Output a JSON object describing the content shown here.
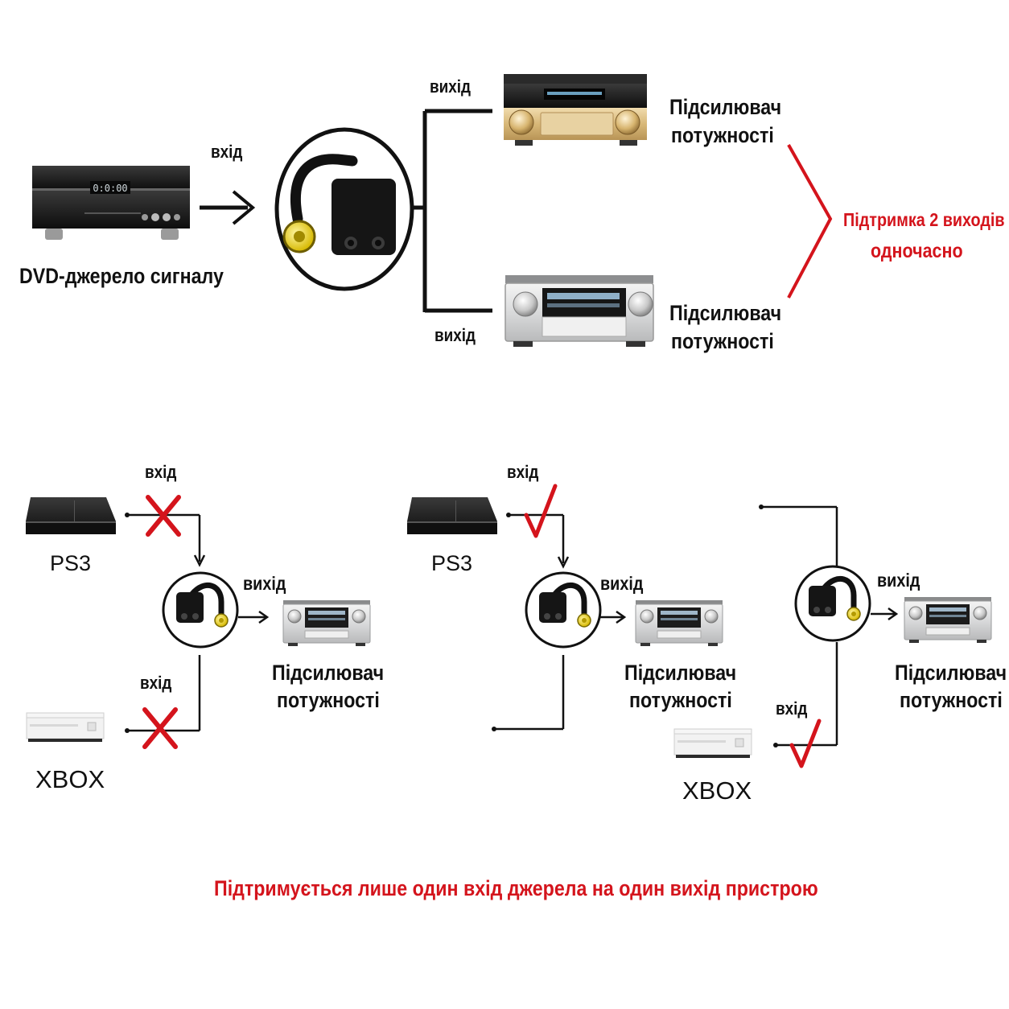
{
  "top": {
    "source_label": "DVD-джерело сигналу",
    "input_label": "вхід",
    "output_label_top": "вихід",
    "output_label_bottom": "вихід",
    "amp_top_line1": "Підсилювач",
    "amp_top_line2": "потужності",
    "amp_bottom_line1": "Підсилювач",
    "amp_bottom_line2": "потужності",
    "dvd_display": "0:0:00",
    "note_line1": "Підтримка 2 виходів",
    "note_line2": "одночасно"
  },
  "panel1": {
    "ps3_label": "PS3",
    "xbox_label": "XBOX",
    "input_top": "вхід",
    "input_bottom": "вхід",
    "output": "вихід",
    "amp_line1": "Підсилювач",
    "amp_line2": "потужності",
    "top_status": "cross",
    "bottom_status": "cross"
  },
  "panel2": {
    "ps3_label": "PS3",
    "input_top": "вхід",
    "output": "вихід",
    "amp_line1": "Підсилювач",
    "amp_line2": "потужності",
    "top_status": "check"
  },
  "panel3": {
    "xbox_label": "XBOX",
    "input_bottom": "вхід",
    "output": "вихід",
    "amp_line1": "Підсилювач",
    "amp_line2": "потужності",
    "bottom_status": "check"
  },
  "footer": {
    "note": "Підтримується лише один вхід джерела на один вихід пристрою"
  },
  "colors": {
    "accent_red": "#d4141c",
    "line": "#111111",
    "gold": "#d8b878",
    "silver": "#d9dadb"
  }
}
